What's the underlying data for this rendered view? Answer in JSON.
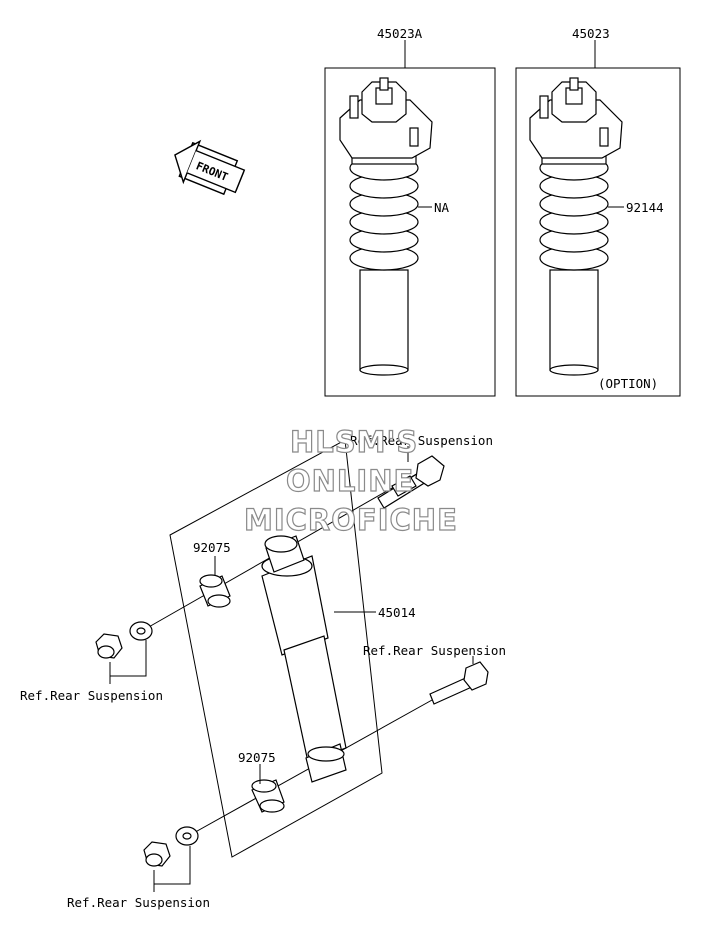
{
  "labels": {
    "kit_na": "45023A",
    "kit_option": "45023",
    "spring_na": "NA",
    "spring_option": "92144",
    "option_note": "(OPTION)",
    "ref_top": "Ref.Rear Suspension",
    "bushing_upper": "92075",
    "shock": "45014",
    "ref_right": "Ref.Rear Suspension",
    "ref_left": "Ref.Rear Suspension",
    "bushing_lower": "92075",
    "ref_bottom": "Ref.Rear Suspension"
  },
  "front_arrow": "FRONT",
  "watermark": {
    "line1": "HLSM'S",
    "line2": "ONLINE",
    "line3": "MICROFICHE"
  }
}
